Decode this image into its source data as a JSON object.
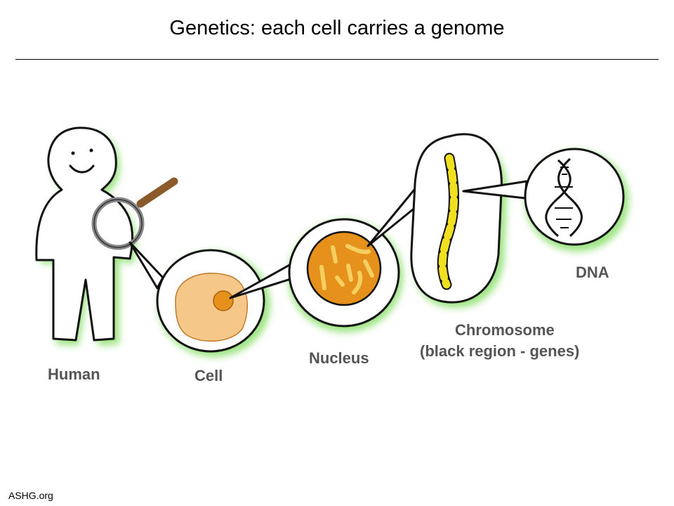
{
  "title": "Genetics: each cell carries a genome",
  "labels": {
    "human": "Human",
    "cell": "Cell",
    "nucleus": "Nucleus",
    "chromosome_line1": "Chromosome",
    "chromosome_line2": "(black region - genes)",
    "dna": "DNA"
  },
  "source": "ASHG.org",
  "colors": {
    "glow": "#7ddc5a",
    "cell_fill": "#f5c788",
    "nucleus_fill": "#e6911c",
    "chromosome_yellow": "#f0e020",
    "handle": "#8b5a2b"
  }
}
